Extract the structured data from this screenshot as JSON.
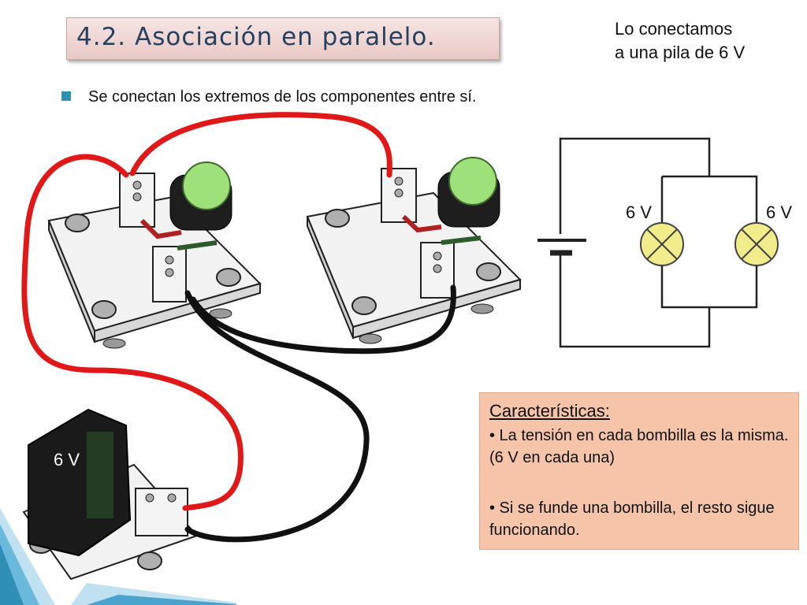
{
  "slide": {
    "title": "4.2. Asociación en paralelo.",
    "note_line1": "Lo conectamos",
    "note_line2": "a una pila de 6 V",
    "bullet": "Se conectan los extremos de los componentes entre sí.",
    "battery_label": "6 V",
    "schematic": {
      "lamp1_label": "6 V",
      "lamp2_label": "6 V"
    },
    "characteristics": {
      "heading": "Características:",
      "item1": "• La tensión en cada bombilla es la misma. (6 V en cada una)",
      "item2": "• Si se funde una bombilla, el resto sigue funcionando."
    }
  },
  "colors": {
    "title_bg": "#efd7d4",
    "title_text": "#25415f",
    "bullet": "#2f8fb7",
    "box_bg": "#f6c4a8",
    "wire_red": "#e01818",
    "wire_black": "#111111",
    "lamp_fill": "#f3ec8c",
    "bulb_glass": "#9ee07a",
    "corner_blue": "#4aa3cf"
  }
}
